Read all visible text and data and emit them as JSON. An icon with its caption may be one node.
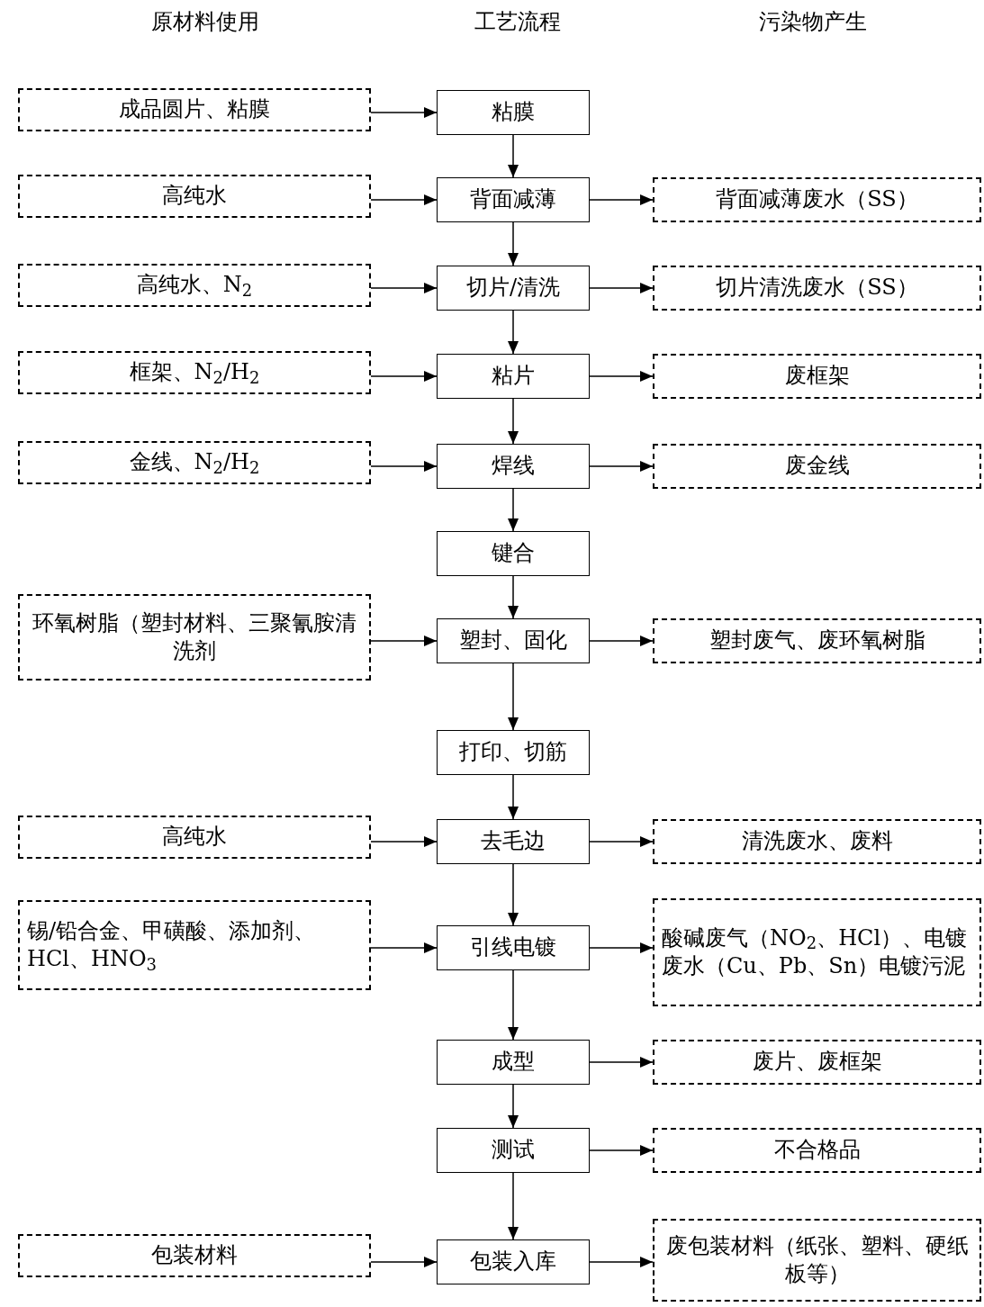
{
  "diagram": {
    "nodes": [
      {
        "text": [
          "成品圆片、粘膜"
        ]
      },
      {
        "text": [
          "粘膜"
        ]
      },
      {
        "text": [
          "高纯水"
        ]
      },
      {
        "text": [
          "背面减薄"
        ]
      },
      {
        "text": [
          "背面减薄废水（SS）"
        ]
      },
      {
        "text": [
          "高纯水、N$_{2}$"
        ]
      },
      {
        "text": [
          "切片/清洗"
        ]
      },
      {
        "text": [
          "切片清洗废水（SS）"
        ]
      },
      {
        "text": [
          "框架、N$_{2}$/H$_{2}$"
        ]
      },
      {
        "text": [
          "粘片"
        ]
      },
      {
        "text": [
          "废框架"
        ]
      },
      {
        "text": [
          "金线、N$_{2}$/H$_{2}$"
        ]
      },
      {
        "text": [
          "焊线"
        ]
      },
      {
        "text": [
          "废金线"
        ]
      },
      {
        "text": [
          "键合"
        ]
      },
      {
        "text": [
          "环氧树脂（塑封材料、三聚氰胺清洗剂"
        ]
      },
      {
        "text": [
          "塑封、固化"
        ]
      },
      {
        "text": [
          "塑封废气、废环氧树脂"
        ]
      },
      {
        "text": [
          "打印、切筋"
        ]
      },
      {
        "text": [
          "高纯水"
        ]
      },
      {
        "text": [
          "去毛边"
        ]
      },
      {
        "text": [
          "清洗废水、废料"
        ]
      },
      {
        "text": [
          "锡/铅合金、甲磺酸、添加剂、HCl、HNO$_{3}$"
        ]
      },
      {
        "text": [
          "引线电镀"
        ]
      },
      {
        "text": [
          "酸碱废气（NO$_{2}$、HCl）、电镀废水（Cu、Pb、Sn）电镀污泥"
        ]
      },
      {
        "text": [
          "成型"
        ]
      },
      {
        "text": [
          "废片、废框架"
        ]
      },
      {
        "text": [
          "测试"
        ]
      },
      {
        "text": [
          "不合格品"
        ]
      },
      {
        "text": [
          "包装材料"
        ]
      },
      {
        "text": [
          "包装入库"
        ]
      },
      {
        "text": [
          "废包装材料（纸张、塑料、硬纸板等）"
        ]
      }
    ],
    "edges": [
      {
        "from": 0,
        "to": 1,
        "arrow": "to"
      },
      {
        "from": 1,
        "to": 3,
        "arrow": "to"
      },
      {
        "from": 2,
        "to": 3,
        "arrow": "to"
      },
      {
        "from": 3,
        "to": 4,
        "arrow": "to"
      },
      {
        "from": 3,
        "to": 6,
        "arrow": "to"
      },
      {
        "from": 5,
        "to": 6,
        "arrow": "to"
      },
      {
        "from": 6,
        "to": 7,
        "arrow": "to"
      },
      {
        "from": 6,
        "to": 9,
        "arrow": "to"
      },
      {
        "from": 8,
        "to": 9,
        "arrow": "to"
      },
      {
        "from": 9,
        "to": 10,
        "arrow": "to"
      },
      {
        "from": 9,
        "to": 12,
        "arrow": "to"
      },
      {
        "from": 11,
        "to": 12,
        "arrow": "to"
      },
      {
        "from": 12,
        "to": 13,
        "arrow": "to"
      },
      {
        "from": 12,
        "to": 14,
        "arrow": "to"
      },
      {
        "from": 14,
        "to": 16,
        "arrow": "to"
      },
      {
        "from": 15,
        "to": 16,
        "arrow": "to"
      },
      {
        "from": 16,
        "to": 17,
        "arrow": "to"
      },
      {
        "from": 16,
        "to": 18,
        "arrow": "to"
      },
      {
        "from": 18,
        "to": 20,
        "arrow": "to"
      },
      {
        "from": 19,
        "to": 20,
        "arrow": "to"
      },
      {
        "from": 20,
        "to": 21,
        "arrow": "to"
      },
      {
        "from": 20,
        "to": 23,
        "arrow": "to"
      },
      {
        "from": 22,
        "to": 23,
        "arrow": "to"
      },
      {
        "from": 23,
        "to": 24,
        "arrow": "to"
      },
      {
        "from": 23,
        "to": 25,
        "arrow": "to"
      },
      {
        "from": 25,
        "to": 26,
        "arrow": "to"
      },
      {
        "from": 25,
        "to": 27,
        "arrow": "to"
      },
      {
        "from": 27,
        "to": 28,
        "arrow": "to"
      },
      {
        "from": 27,
        "to": 30,
        "arrow": "to"
      },
      {
        "from": 29,
        "to": 30,
        "arrow": "to"
      },
      {
        "from": 30,
        "to": 31,
        "arrow": "to"
      }
    ],
    "labels": [
      "原材料使用",
      "工艺流程",
      "污染物产生"
    ]
  }
}
